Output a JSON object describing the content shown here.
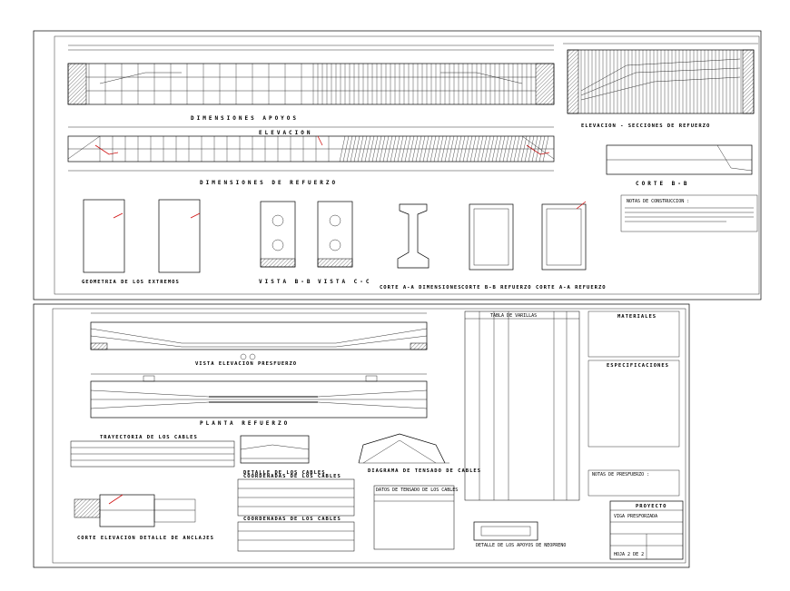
{
  "sheet1": {
    "captions": {
      "dimensions_top": "DIMENSIONES   APOYOS",
      "elevation": "ELEVACION",
      "dimensions_bottom": "DIMENSIONES   DE   REFUERZO",
      "elevation_sections": "ELEVACION - SECCIONES DE REFUERZO",
      "section_bb": "CORTE B-B",
      "geometry_supports": "GEOMETRIA DE LOS EXTREMOS",
      "view_bb": "VISTA B-B",
      "view_cc": "VISTA C-C",
      "section_aa_dims": "CORTE A-A DIMENSIONES",
      "section_bb_reinf": "CORTE B-B REFUERZO",
      "section_aa_reinf": "CORTE A-A REFUERZO"
    },
    "notes_title": "NOTAS DE CONSTRUCCION :"
  },
  "sheet2": {
    "captions": {
      "prestress_view": "VISTA ELEVACION PRESFUERZO",
      "plan": "PLANTA REFUERZO",
      "cable_layout": "TRAYECTORIA DE LOS CABLES",
      "cable_detail": "DETALLE DE LOS CABLES",
      "stressing_diagram": "DIAGRAMA DE TENSADO DE CABLES",
      "section_elev": "CORTE   ELEVACION   DETALLE DE ANCLAJES",
      "coord_table1": "COORDENADAS DE LOS CABLES",
      "coord_table2": "COORDENADAS DE LOS CABLES",
      "steel_table_title": "TABLA DE VARILLAS",
      "materials_title": "MATERIALES",
      "specifications_title": "ESPECIFICACIONES",
      "tension_table_title": "DATOS DE TENSADO DE LOS CABLES",
      "detail_bearing": "DETALLE DE LOS APOYOS DE NEOPRENO",
      "stressing_notes_title": "NOTAS DE PRESFUERZO :"
    },
    "title_block": {
      "heading": "PROYECTO",
      "project": "VIGA PRESFORZADA",
      "sheet": "HOJA 2 DE 2"
    }
  }
}
